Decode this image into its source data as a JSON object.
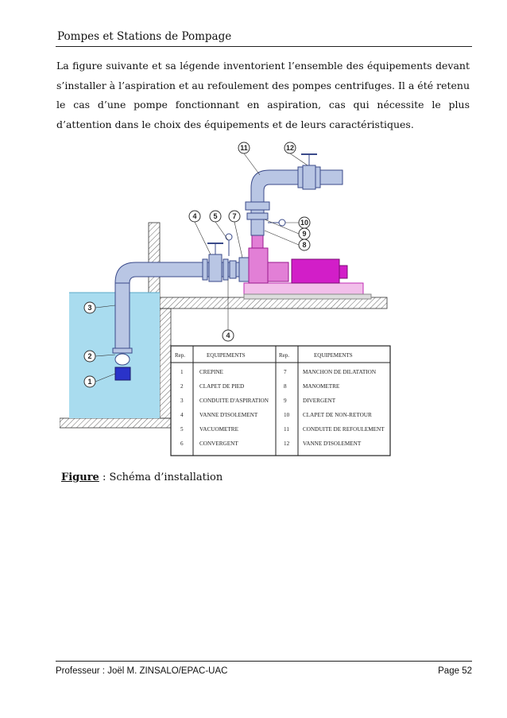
{
  "header": {
    "title": "Pompes et Stations de Pompage"
  },
  "body": {
    "paragraph": "La figure suivante et sa légende inventorient l’ensemble des équipements devant s’installer à l’aspiration et au refoulement des pompes centrifuges. Il a été retenu le cas d’une pompe fonctionnant en aspiration, cas qui nécessite le plus d’attention dans le choix des équipements et de leurs caractéristiques."
  },
  "figure": {
    "callouts": [
      "1",
      "2",
      "3",
      "4",
      "5",
      "7",
      "11",
      "12",
      "10",
      "9",
      "8",
      "4"
    ],
    "legend": {
      "col_rep": "Rep.",
      "col_equip": "EQUIPEMENTS",
      "rows_left": [
        {
          "rep": "1",
          "name": "CREPINE"
        },
        {
          "rep": "2",
          "name": "CLAPET DE PIED"
        },
        {
          "rep": "3",
          "name": "CONDUITE D'ASPIRATION"
        },
        {
          "rep": "4",
          "name": "VANNE D'ISOLEMENT"
        },
        {
          "rep": "5",
          "name": "VACUOMETRE"
        },
        {
          "rep": "6",
          "name": "CONVERGENT"
        }
      ],
      "rows_right": [
        {
          "rep": "7",
          "name": "MANCHON DE DILATATION"
        },
        {
          "rep": "8",
          "name": "MANOMETRE"
        },
        {
          "rep": "9",
          "name": "DIVERGENT"
        },
        {
          "rep": "10",
          "name": "CLAPET DE NON-RETOUR"
        },
        {
          "rep": "11",
          "name": "CONDUITE DE REFOULEMENT"
        },
        {
          "rep": "12",
          "name": "VANNE D'ISOLEMENT"
        }
      ]
    },
    "colors": {
      "water": "#a9dcef",
      "pipe": "#b9c6e4",
      "pipe_stroke": "#3a4a8a",
      "pump": "#e27fd6",
      "motor": "#d21ec8"
    }
  },
  "caption": {
    "label": "Figure",
    "text": " : Schéma d’installation"
  },
  "footer": {
    "left": "Professeur : Joël M. ZINSALO/EPAC-UAC",
    "right": "Page 52"
  }
}
